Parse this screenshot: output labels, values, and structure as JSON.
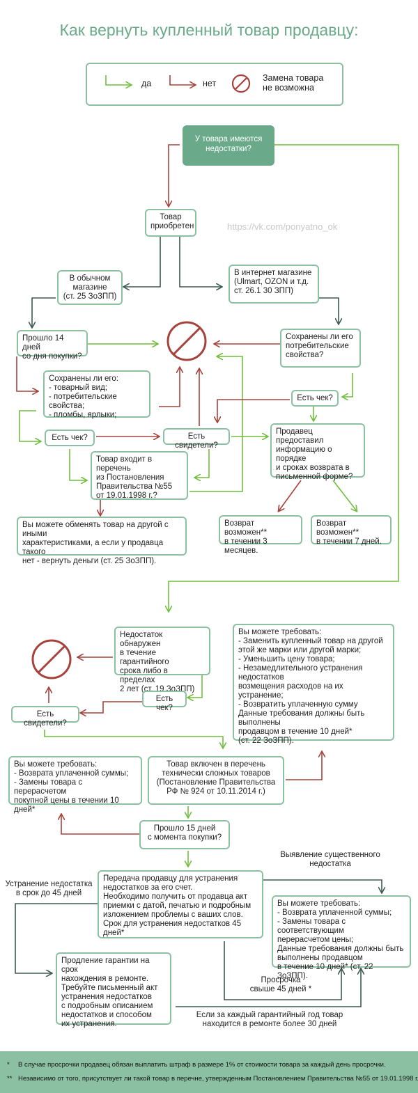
{
  "title": "Как вернуть купленный товар продавцу:",
  "legend": {
    "yes": "да",
    "no": "нет",
    "impossible": "Замена товара\nне возможна"
  },
  "watermark": "https://vk.com/ponyatno_ok",
  "nodes": {
    "start": "У товара имеются\nнедостатки?",
    "bought": "Товар\nприобретен",
    "offline": "В обычном\nмагазине\n(ст. 25 ЗоЗПП)",
    "online": "В интернет магазине\n(Ulmart, OZON и т.д.\nст. 26.1 30 ЗПП)",
    "days14": "Прошло 14 дней\nсо дня покупки?",
    "preserved_online": "Сохранены ли его\nпотребительские\nсвойства?",
    "preserved_offline": "Сохранены ли его:\n- товарный вид;\n- потребительские свойства;\n- пломбы, ярлыки;",
    "check_online": "Есть чек?",
    "check_offline": "Есть чек?",
    "witnesses": "Есть свидетели?",
    "seller_info": "Продавец предоставил\nинформацию о порядке\nи сроках возврата в\nписьменной форме?",
    "list55": "Товар входит в перечень\nиз Постановления\nПравительства №55\nот 19.01.1998 г.?",
    "exchange": "Вы можете обменять товар на другой с иными\nхарактеристиками, а если у продавца такого\nнет - вернуть деньги (ст. 25 ЗоЗПП).",
    "return3": "Возврат возможен**\nв течении 3 месяцев.",
    "return7": "Возврат возможен**\nв течении 7 дней.",
    "defect_found": "Недостаток  обнаружен\nв течение гарантийного\nсрока либо в пределах\n2 лет (ст. 19 ЗоЗПП)",
    "demand1": "Вы можете требовать:\n- Заменить купленный товар на другой\nэтой же марки или другой марки;\n- Уменьшить цену товара;\n- Незамедлительного устранения недостатков\nвозмещения расходов на их устранение;\n- Возвратить уплаченную сумму\nДанные требования должны быть выполнены\nпродавцом в течение 10 дней*\n(ст. 22 ЗоЗПП).",
    "check2": "Есть чек?",
    "witnesses2": "Есть свидетели?",
    "demand2": "Вы можете требовать:\n- Возврата уплаченной суммы;\n- Замены товара с перерасчетом\nпокупной цены в течении 10 дней*",
    "complex": "Товар включен в перечень\nтехнически сложных товаров\n(Постановление Правительства\nРФ № 924 от 10.11.2014 г.)",
    "days15": "Прошло 15 дней\nс момента покупки?",
    "transfer": "Передача продавцу для устранения\nнедостатков за его счет.\nНеобходимо получить от продавца акт\nприемки с датой, печатью и подробным\nизложением проблемы с ваших слов.\nСрок для устранения недостатков 45 дней*",
    "demand3": "Вы можете требовать:\n- Возврата уплаченной суммы;\n- Замены товара с соответствующим\nперерасчетом цены;\nДанные требования должны быть\nвыполнены продавцом\nв течение 10 дней* (ст. 22 ЗоЗПП).",
    "extend": "Продление гарантии на срок\nнахождения в ремонте.\nТребуйте письменный акт\nустранения недостатков\nс подробным описанием\nнедостатков и способом\nих устранения."
  },
  "labels": {
    "fix45": "Устранение недостатка\nв срок до 45 дней",
    "essential": "Выявление существенного\nнедостатка",
    "overdue": "Просрочка\nсвыше 45 дней *",
    "repair30": "Если за каждый гарантийный год товар\nнаходится в ремонте более 30 дней"
  },
  "footnotes": [
    {
      "mark": "*",
      "text": "В случае просрочки продавец обязан выплатить штраф в размере 1% от стоимости товара за каждый день просрочки."
    },
    {
      "mark": "**",
      "text": "Независимо от того, присутствует ли такой товар в перечне, утвержденным  Постановлением Правительства №55 от 19.01.1998 г."
    }
  ],
  "colors": {
    "yes": "#6fbf3c",
    "no": "#a6423b",
    "box_border": "#8cc0a2",
    "accent": "#6aaa8a",
    "neutral": "#3d5a50"
  }
}
